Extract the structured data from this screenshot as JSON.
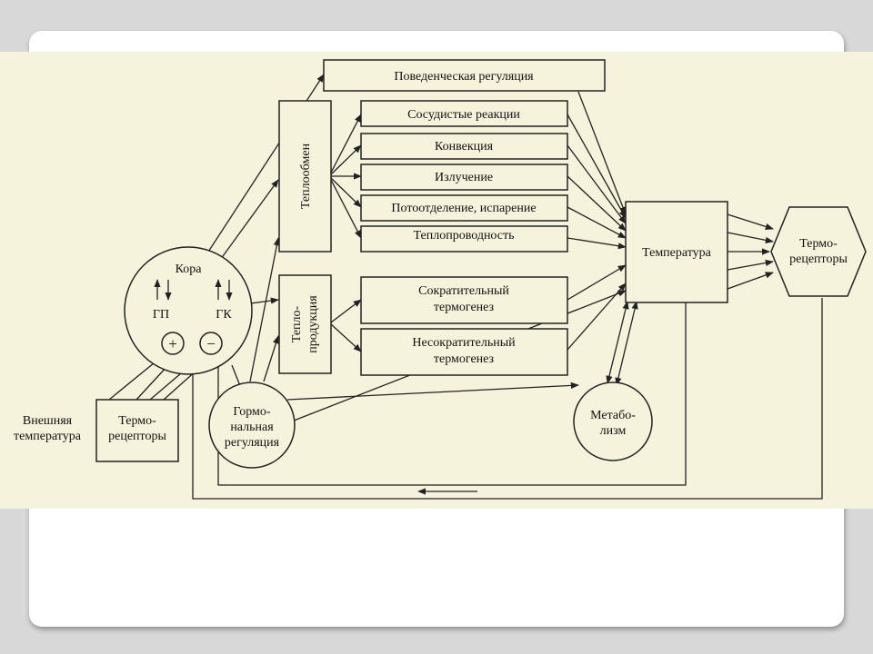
{
  "diagram": {
    "behavioral": "Поведенческая регуляция",
    "heat_exchange": "Теплообмен",
    "heat_production_line1": "Тепло-",
    "heat_production_line2": "продукция",
    "vascular": "Сосудистые реакции",
    "convection": "Конвекция",
    "radiation": "Излучение",
    "sweating": "Потоотделение, испарение",
    "conductivity": "Теплопроводность",
    "contractile_line1": "Сократительный",
    "contractile_line2": "термогенез",
    "noncontractile_line1": "Несократительный",
    "noncontractile_line2": "термогенез",
    "temperature": "Температура",
    "thermoreceptors_right_line1": "Термо-",
    "thermoreceptors_right_line2": "рецепторы",
    "cortex": "Кора",
    "gp": "ГП",
    "gk": "ГК",
    "plus": "+",
    "minus": "−",
    "hormonal_line1": "Гормо-",
    "hormonal_line2": "нальная",
    "hormonal_line3": "регуляция",
    "metabolism_line1": "Метабо-",
    "metabolism_line2": "лизм",
    "external_line1": "Внешняя",
    "external_line2": "температура",
    "thermoreceptors_left_line1": "Термо-",
    "thermoreceptors_left_line2": "рецепторы"
  },
  "colors": {
    "diagram_background": "#f6f3dc",
    "line": "#222222"
  }
}
